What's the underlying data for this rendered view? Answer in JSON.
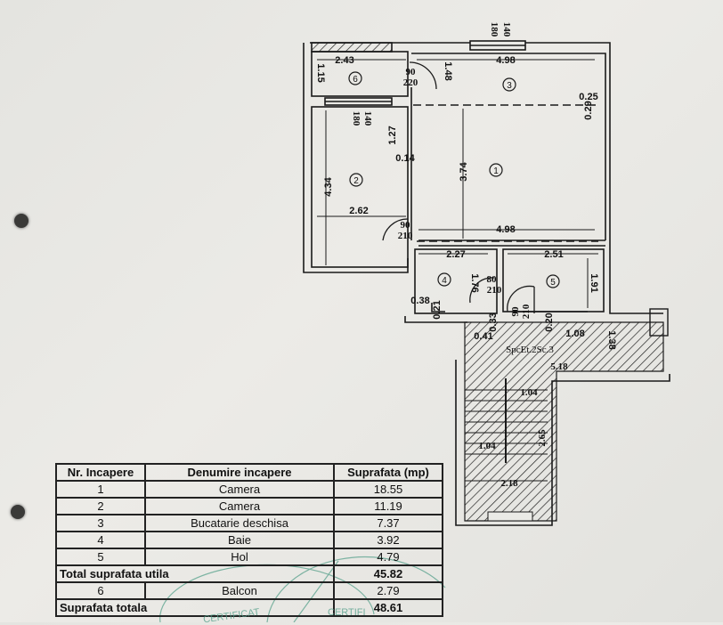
{
  "plan": {
    "rooms": [
      {
        "no": "1"
      },
      {
        "no": "2"
      },
      {
        "no": "3"
      },
      {
        "no": "4"
      },
      {
        "no": "5"
      },
      {
        "no": "6"
      }
    ],
    "dimensions": {
      "balcony_width": "2.43",
      "balcony_depth": "1.15",
      "balcony_door_w": "90",
      "balcony_door_h": "220",
      "kitchen_width": "4.98",
      "kitchen_depth": "1.48",
      "top_window_w": "180",
      "top_window_h": "140",
      "corner_a": "0.25",
      "corner_b": "0.29",
      "room2_window_w": "180",
      "room2_window_h": "140",
      "room2_a": "1.27",
      "room2_b": "0.14",
      "room2_depth": "4.34",
      "room2_width": "2.62",
      "room2_door_w": "90",
      "room2_door_h": "210",
      "room1_depth": "3.74",
      "room1_width": "4.98",
      "bath_width": "2.27",
      "bath_depth": "1.76",
      "bath_a": "0.38",
      "bath_b": "0.21",
      "bath_door_w": "80",
      "bath_door_h": "210",
      "hall_width": "2.51",
      "hall_depth": "1.91",
      "entry_door_w": "90",
      "entry_door_h": "210",
      "hall_a": "0.20",
      "hall_b": "0.33",
      "hall_c": "0.41",
      "hall_d": "1.08",
      "hall_e": "1.38",
      "landing_width": "5.18",
      "stair_w1": "1.04",
      "stair_w2": "1.04",
      "stair_len": "2.65",
      "stair_bottom": "2.18"
    },
    "common_space_label": "SpcEt.2Sc.3"
  },
  "table": {
    "headers": [
      "Nr. Incapere",
      "Denumire incapere",
      "Suprafata (mp)"
    ],
    "rows": [
      {
        "nr": "1",
        "name": "Camera",
        "area": "18.55"
      },
      {
        "nr": "2",
        "name": "Camera",
        "area": "11.19"
      },
      {
        "nr": "3",
        "name": "Bucatarie deschisa",
        "area": "7.37"
      },
      {
        "nr": "4",
        "name": "Baie",
        "area": "3.92"
      },
      {
        "nr": "5",
        "name": "Hol",
        "area": "4.79"
      }
    ],
    "total_useful_label": "Total suprafata utila",
    "total_useful_value": "45.82",
    "balcony_row": {
      "nr": "6",
      "name": "Balcon",
      "area": "2.79"
    },
    "total_label": "Suprafata totala",
    "total_value": "48.61"
  },
  "stamp": {
    "text1": "CERTIFICAT",
    "text2": "CERTIFI"
  }
}
